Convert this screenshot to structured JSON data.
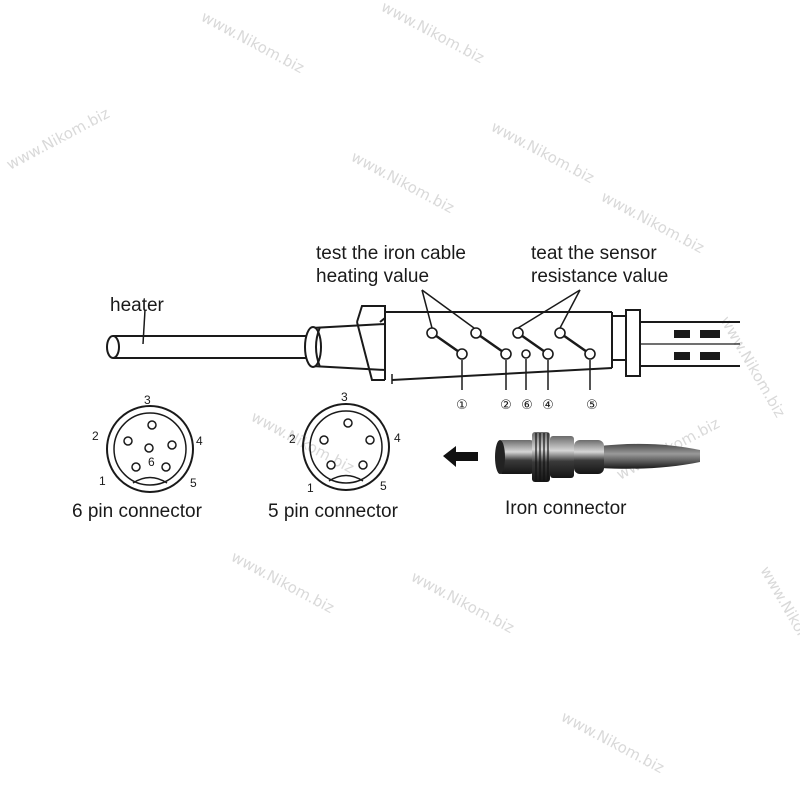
{
  "watermark": "www.Nikom.biz",
  "labels": {
    "heater": "heater",
    "iron_cable_line1": "test the iron cable",
    "iron_cable_line2": "heating value",
    "sensor_line1": "teat the sensor",
    "sensor_line2": "resistance value",
    "six_pin": "6 pin connector",
    "five_pin": "5 pin connector",
    "iron_connector": "Iron connector"
  },
  "terminals": [
    "①",
    "②",
    "⑥",
    "④",
    "⑤"
  ],
  "six_pin_numbers": [
    "1",
    "2",
    "3",
    "4",
    "5",
    "6"
  ],
  "five_pin_numbers": [
    "1",
    "2",
    "3",
    "4",
    "5"
  ],
  "colors": {
    "line": "#1a1a1a",
    "watermark": "#d9d9d9"
  }
}
